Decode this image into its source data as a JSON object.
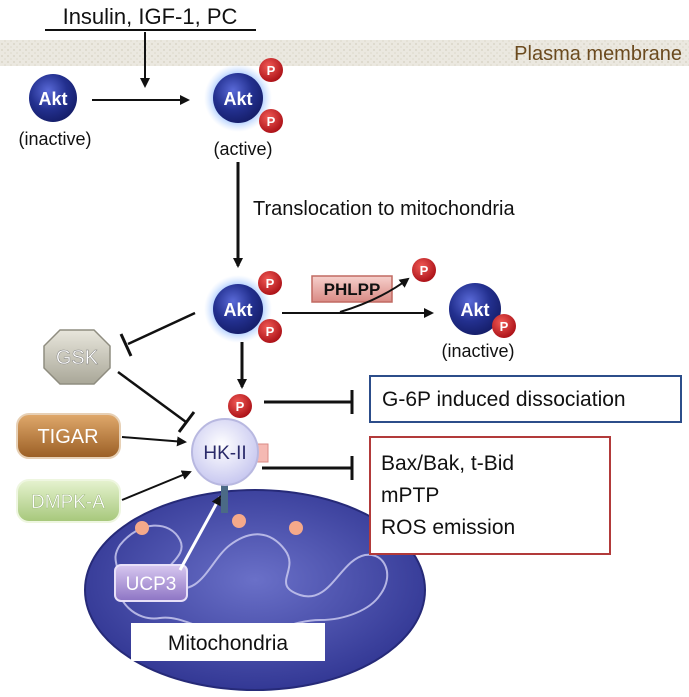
{
  "stimulus": "Insulin, IGF-1, PC",
  "membrane_label": "Plasma membrane",
  "akt": "Akt",
  "phospho": "P",
  "state_inactive": "(inactive)",
  "state_active": "(active)",
  "translocation_label": "Translocation to mitochondria",
  "phlpp": "PHLPP",
  "gsk": "GSK",
  "tigar": "TIGAR",
  "dmpk": "DMPK-A",
  "hk2": "HK-II",
  "ucp3": "UCP3",
  "mito": "Mitochondria",
  "inhibit_box_1": "G-6P induced dissociation",
  "inhibit_box_2": [
    "Bax/Bak, t-Bid",
    "mPTP",
    "ROS emission"
  ],
  "colors": {
    "akt_blue": "#1e2a8c",
    "phospho_red": "#c0141c",
    "mito_purple": "#4a4fa8",
    "box_blue_border": "#2c4d8a",
    "box_red_border": "#b23a3a",
    "membrane_label": "#6b4a1e"
  }
}
